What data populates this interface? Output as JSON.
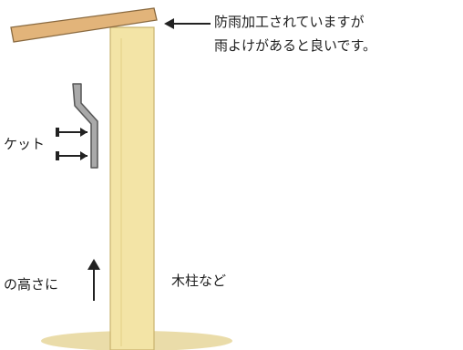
{
  "annotations": {
    "roof_note_line1": "防雨加工されていますが",
    "roof_note_line2": "雨よけがあると良いです。",
    "bracket_note": "ケット",
    "height_note": "の高さに",
    "post_label": "木柱など"
  },
  "colors": {
    "post_fill": "#f3e4a6",
    "post_edge": "#c9b36e",
    "roof_fill": "#e2b47a",
    "roof_edge": "#8a6a40",
    "bracket_fill": "#a9a9a9",
    "arrow": "#222222",
    "ground_shadow": "#e6d69a"
  }
}
